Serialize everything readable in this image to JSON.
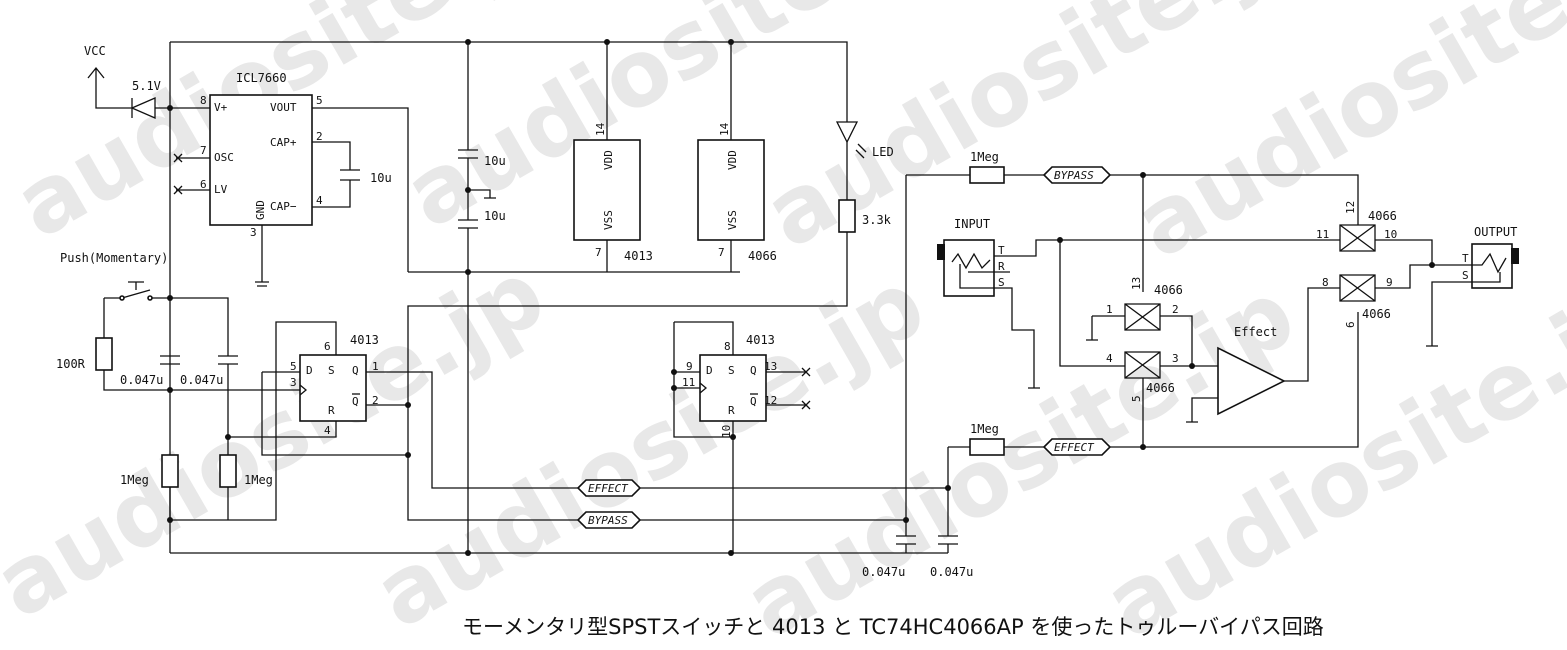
{
  "watermark": "audiosite.jp",
  "caption": "モーメンタリ型SPSTスイッチと 4013 と TC74HC4066AP を使ったトゥルーバイパス回路",
  "power": {
    "vcc": "VCC",
    "zener": "5.1V"
  },
  "regulator": {
    "name": "ICL7660",
    "pins": {
      "v_plus": "V+",
      "osc": "OSC",
      "lv": "LV",
      "gnd": "GND",
      "vout": "VOUT",
      "cap_plus": "CAP+",
      "cap_minus": "CAP−"
    },
    "pin_numbers": {
      "v_plus": "8",
      "osc": "7",
      "lv": "6",
      "gnd": "3",
      "vout": "5",
      "cap_plus": "2",
      "cap_minus": "4"
    },
    "cap_value": "10u"
  },
  "supply_caps": [
    "10u",
    "10u"
  ],
  "logic_supply": [
    {
      "name": "4013",
      "vdd": "VDD",
      "vss": "VSS",
      "vdd_pin": "14",
      "vss_pin": "7"
    },
    {
      "name": "4066",
      "vdd": "VDD",
      "vss": "VSS",
      "vdd_pin": "14",
      "vss_pin": "7"
    }
  ],
  "led": {
    "label": "LED",
    "resistor": "3.3k"
  },
  "switch": {
    "label": "Push(Momentary)",
    "resistor": "100R"
  },
  "debounce": {
    "cap1": "0.047u",
    "cap2": "0.047u",
    "res1": "1Meg",
    "res2": "1Meg"
  },
  "flipflop1": {
    "name": "4013",
    "pins": {
      "d": "D",
      "s": "S",
      "r": "R",
      "q": "Q",
      "qbar": "Q"
    },
    "numbers": {
      "d": "5",
      "clk": "3",
      "s": "6",
      "r": "4",
      "q": "1",
      "qbar": "2"
    }
  },
  "flipflop2": {
    "name": "4013",
    "pins": {
      "d": "D",
      "s": "S",
      "r": "R",
      "q": "Q",
      "qbar": "Q"
    },
    "numbers": {
      "d": "9",
      "clk": "11",
      "s": "8",
      "r": "10",
      "q": "13",
      "qbar": "12"
    }
  },
  "nets": {
    "effect": "EFFECT",
    "bypass": "BYPASS"
  },
  "ctrl_caps": [
    "0.047u",
    "0.047u"
  ],
  "pulldowns": [
    "1Meg",
    "1Meg"
  ],
  "jacks": {
    "input": "INPUT",
    "output": "OUTPUT",
    "input_pins": [
      "T",
      "R",
      "S"
    ],
    "output_pins": [
      "T",
      "S"
    ]
  },
  "effect_block": "Effect",
  "switches": [
    {
      "name": "4066",
      "pins": [
        "11",
        "12",
        "10"
      ]
    },
    {
      "name": "4066",
      "pins": [
        "1",
        "13",
        "2"
      ]
    },
    {
      "name": "4066",
      "pins": [
        "4",
        "5",
        "3"
      ]
    },
    {
      "name": "4066",
      "pins": [
        "8",
        "6",
        "9"
      ]
    }
  ]
}
